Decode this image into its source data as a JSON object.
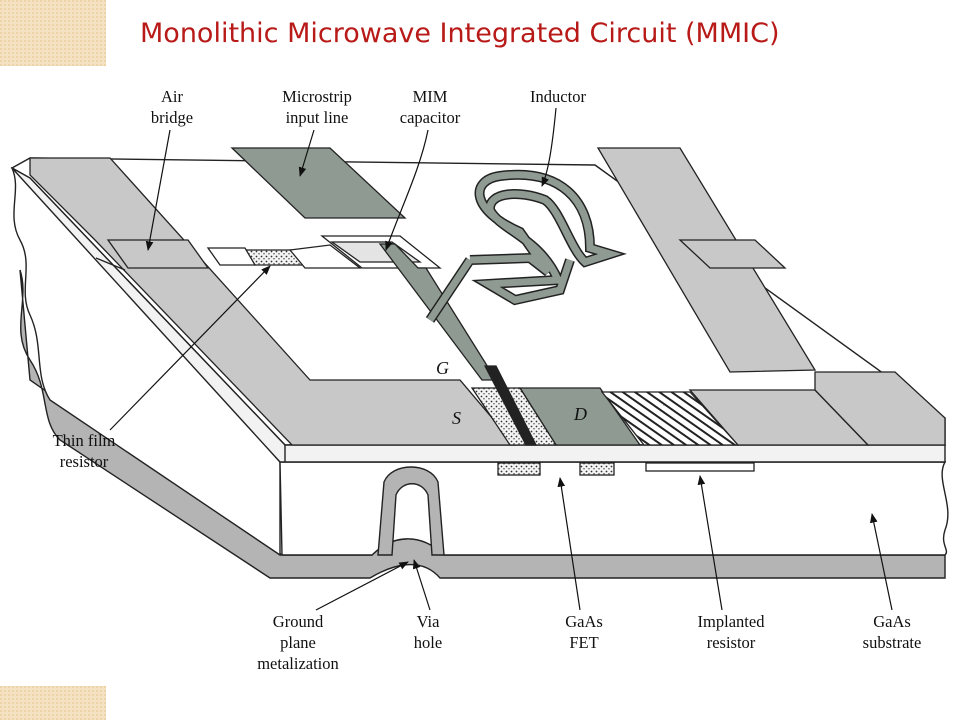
{
  "slide": {
    "title": "Monolithic Microwave Integrated Circuit (MMIC)"
  },
  "colors": {
    "title": "#b81a18",
    "decoration": "#f4e2c2",
    "metal_light": "#c8c8c8",
    "metal_dark": "#8e9a92",
    "ground": "#b4b4b4"
  },
  "labels": {
    "air_bridge": [
      "Air",
      "bridge"
    ],
    "microstrip": [
      "Microstrip",
      "input line"
    ],
    "mim": [
      "MIM",
      "capacitor"
    ],
    "inductor": [
      "Inductor"
    ],
    "thin_film": [
      "Thin film",
      "resistor"
    ],
    "ground_plane": [
      "Ground",
      "plane",
      "metalization"
    ],
    "via_hole": [
      "Via",
      "hole"
    ],
    "gaas_fet": [
      "GaAs",
      "FET"
    ],
    "implanted": [
      "Implanted",
      "resistor"
    ],
    "gaas_substrate": [
      "GaAs",
      "substrate"
    ]
  },
  "terminals": {
    "gate": "G",
    "source": "S",
    "drain": "D"
  }
}
